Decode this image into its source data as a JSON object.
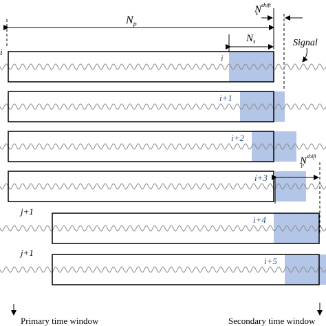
{
  "labels": {
    "np": "N",
    "np_sub": "p",
    "ns": "N",
    "ns_sub": "s",
    "ns_shift_main": "N",
    "ns_shift_sub": "s",
    "ns_shift_sup": "shift",
    "np_shift_main": "N",
    "np_shift_sub": "p",
    "np_shift_sup": "shift",
    "signal": "Signal",
    "row_i_left": "i",
    "row_j_left": "j+1",
    "primary_window": "Primary time window",
    "secondary_window": "Secondary time window"
  },
  "rows": [
    {
      "index_label": "i",
      "left_label": ""
    },
    {
      "index_label": "i+1",
      "left_label": ""
    },
    {
      "index_label": "i+2",
      "left_label": ""
    },
    {
      "index_label": "i+3",
      "left_label": ""
    },
    {
      "index_label": "i+4",
      "left_label": "j+1"
    },
    {
      "index_label": "i+5",
      "left_label": "j+1"
    }
  ],
  "colors": {
    "window_fill": "#b4c6e7",
    "index_text": "#2f4f7f",
    "wave": "#8a8a8a"
  }
}
